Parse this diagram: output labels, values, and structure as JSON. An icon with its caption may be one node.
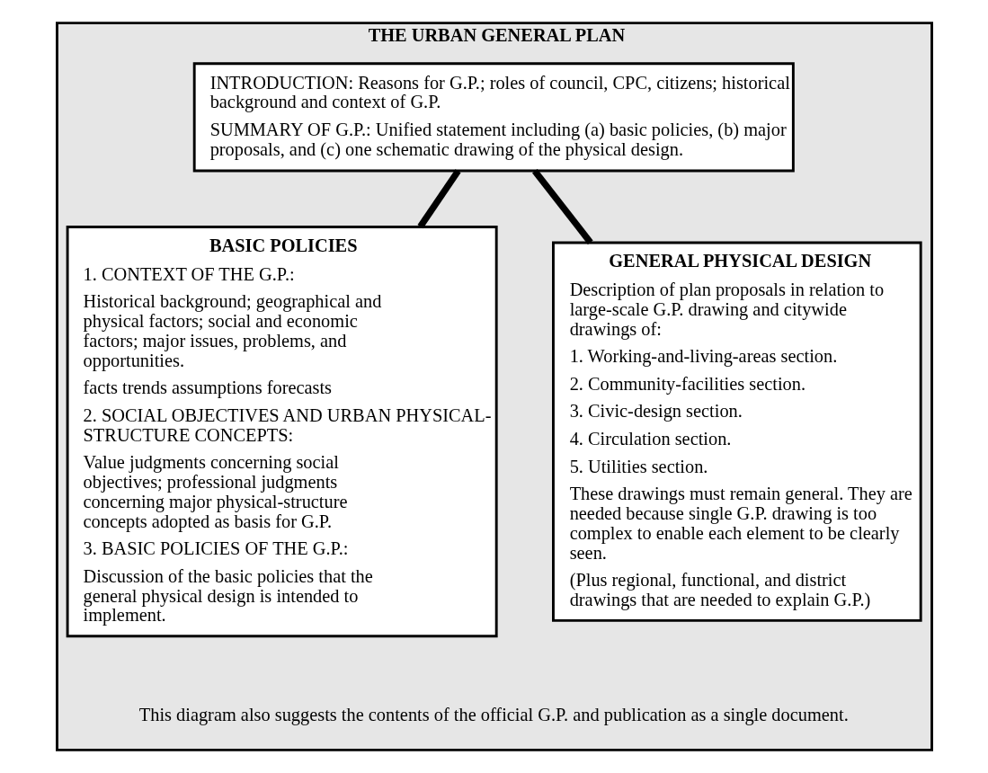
{
  "diagram": {
    "nodes": [
      {
        "text": [
          "THE URBAN GENERAL PLAN",
          "This diagram also suggests the contents of the official G.P. and publication as a single document."
        ]
      },
      {
        "text": [
          "INTRODUCTION: Reasons for G.P.; roles of council, CPC, citizens; historical background and context of G.P.",
          "SUMMARY OF G.P.: Unified statement including (a) basic policies, (b) major proposals, and (c) one schematic drawing of the physical design."
        ],
        "in": 0
      },
      {
        "text": [
          "BASIC POLICIES",
          "1. CONTEXT OF THE G.P.:",
          "Historical background; geographical and physical factors; social and economic factors; major issues, problems, and opportunities.",
          "facts trends assumptions forecasts",
          "2. SOCIAL OBJECTIVES AND URBAN PHYSICAL-STRUCTURE CONCEPTS:",
          "Value judgments concerning social objectives; professional judgments concerning major physical-structure concepts adopted as basis for G.P.",
          "3. BASIC POLICIES OF THE G.P.:",
          "Discussion of the basic policies that the general physical design is intended to implement."
        ],
        "in": 0
      },
      {
        "text": [
          "GENERAL PHYSICAL DESIGN",
          "Description of plan proposals in relation to large-scale G.P. drawing and citywide drawings of:",
          "1. Working-and-living-areas section.",
          "2. Community-facilities section.",
          "3. Civic-design section.",
          "4. Circulation section.",
          "5. Utilities section.",
          "These drawings must remain general. They are needed because single G.P. drawing is too complex to enable each element to be clearly seen.",
          "(Plus regional, functional, and district drawings that are needed to explain G.P.)"
        ],
        "in": 0
      }
    ],
    "edges": [
      {
        "from": 1,
        "to": 2,
        "arrow": "none"
      },
      {
        "from": 1,
        "to": 3,
        "arrow": "none"
      }
    ]
  }
}
